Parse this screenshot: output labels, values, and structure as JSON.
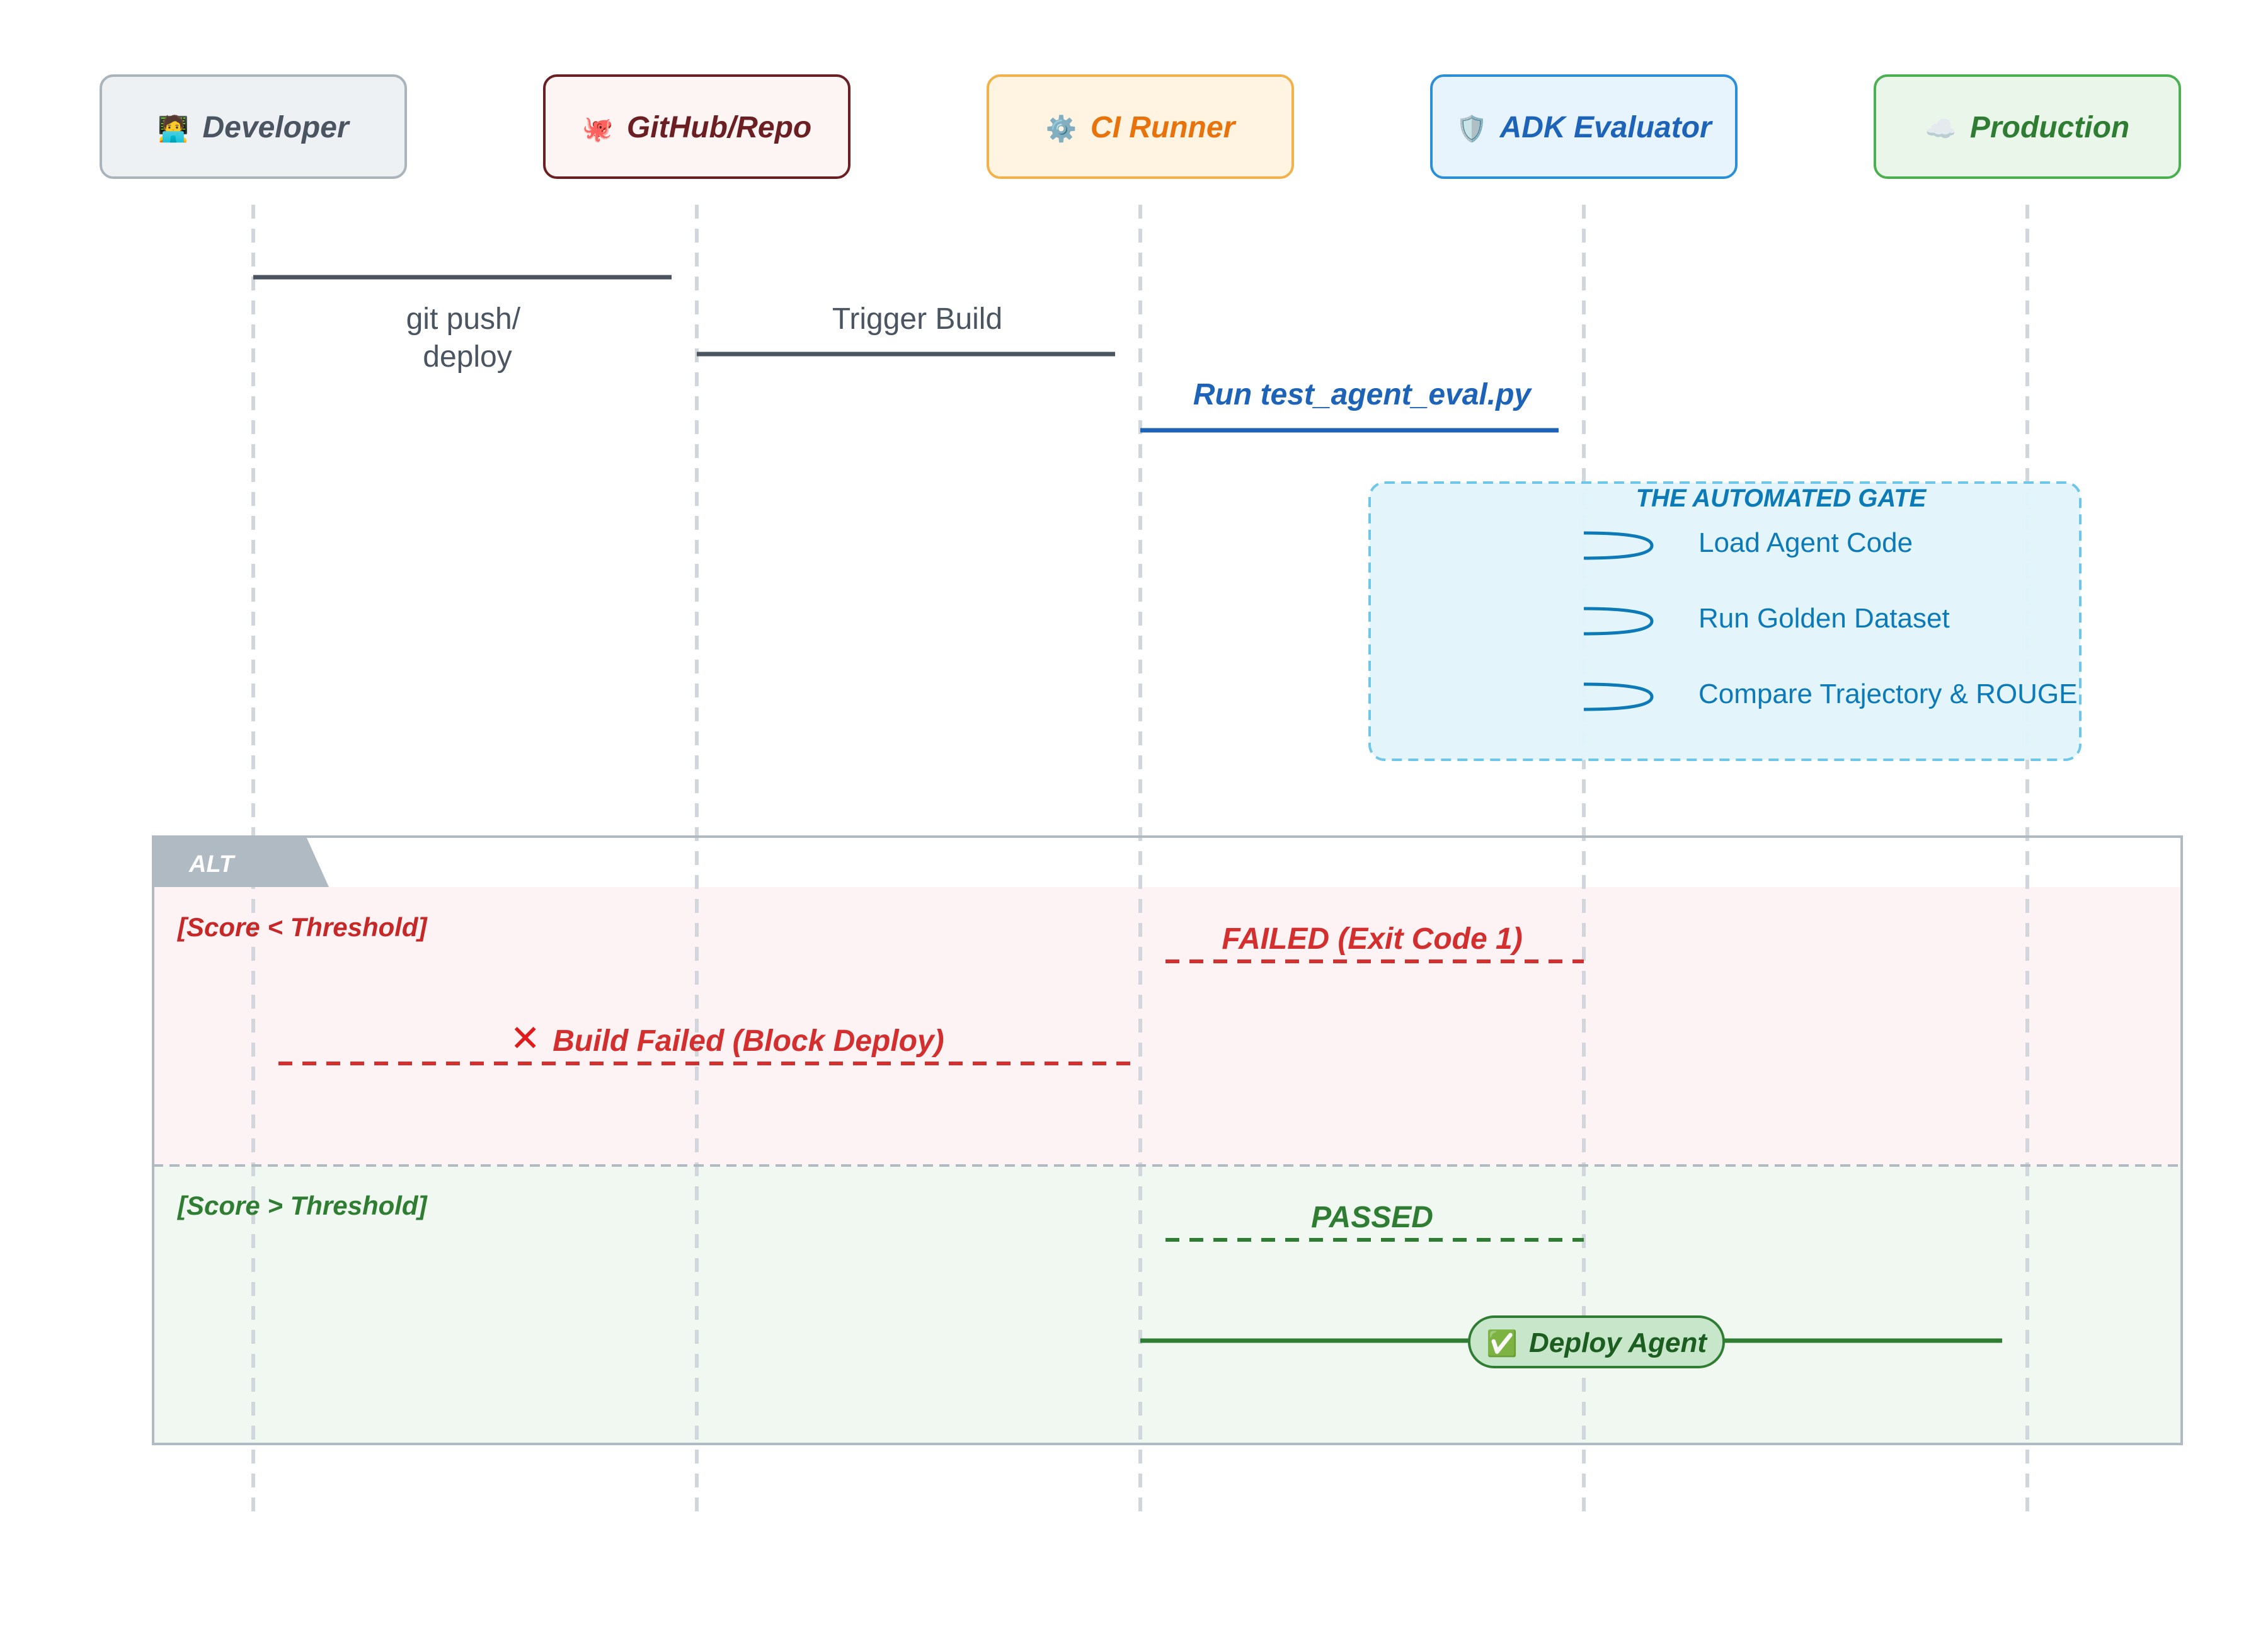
{
  "actors": [
    {
      "id": "developer",
      "icon": "🧑‍💻",
      "label": "Developer",
      "border": "#aab4bd",
      "fill": "#eef1f4",
      "text": "#4a5561"
    },
    {
      "id": "github",
      "icon": "🐙",
      "label": "GitHub/Repo",
      "border": "#6b1f23",
      "fill": "#fdf4f4",
      "text": "#6b1f23"
    },
    {
      "id": "ci",
      "icon": "⚙️",
      "label": "CI Runner",
      "border": "#f2b14a",
      "fill": "#fff4e2",
      "text": "#e8730c"
    },
    {
      "id": "adk",
      "icon": "🛡️",
      "label": "ADK Evaluator",
      "border": "#2b8fd8",
      "fill": "#e8f4fd",
      "text": "#1d63b8"
    },
    {
      "id": "prod",
      "icon": "☁️",
      "label": "Production",
      "border": "#4caf50",
      "fill": "#eaf6ea",
      "text": "#2e7d32"
    }
  ],
  "messages": {
    "git_push": {
      "line1": "git push/",
      "line2": "deploy"
    },
    "trigger_build": "Trigger Build",
    "run_eval": "Run test_agent_eval.py"
  },
  "gate": {
    "title": "THE AUTOMATED GATE",
    "steps": [
      "Load Agent Code",
      "Run Golden Dataset",
      "Compare Trajectory & ROUGE"
    ]
  },
  "alt": {
    "tag": "ALT",
    "fail": {
      "condition": "[Score < Threshold]",
      "failed_msg": "FAILED (Exit Code 1)",
      "build_failed_icon": "✕",
      "build_failed_msg": "Build Failed (Block Deploy)"
    },
    "pass": {
      "condition": "[Score > Threshold]",
      "passed_msg": "PASSED",
      "deploy_icon": "✅",
      "deploy_msg": "Deploy Agent"
    }
  },
  "colors": {
    "lifeline": "#cfd6dc",
    "dark_line": "#4a5561",
    "blue": "#1d63b8",
    "red": "#d32f2f",
    "green": "#2e7d32",
    "gate_border": "#6ec6e8",
    "gate_fill": "#e1f4fb",
    "gate_text": "#0d7ab8"
  }
}
